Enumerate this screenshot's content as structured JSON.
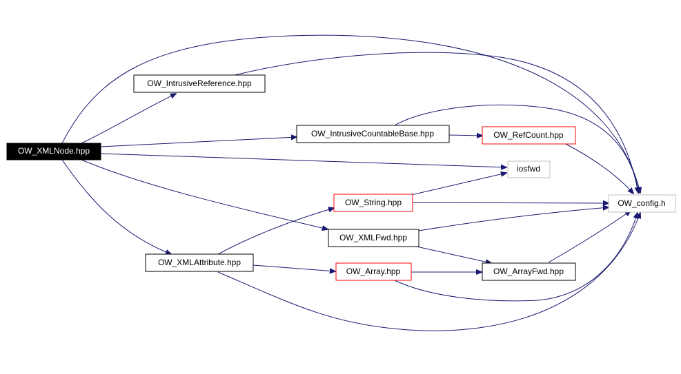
{
  "colors": {
    "edge": "#191970",
    "root_fill": "#000000",
    "root_text": "#ffffff",
    "default_border": "#000000",
    "truncated_border": "#ff0000",
    "system_border": "#bfbfbf"
  },
  "nodes": {
    "xmlnode": {
      "label": "OW_XMLNode.hpp",
      "kind": "root"
    },
    "intrusive_reference": {
      "label": "OW_IntrusiveReference.hpp",
      "kind": "default"
    },
    "intrusive_countable_base": {
      "label": "OW_IntrusiveCountableBase.hpp",
      "kind": "default"
    },
    "refcount": {
      "label": "OW_RefCount.hpp",
      "kind": "truncated"
    },
    "iosfwd": {
      "label": "iosfwd",
      "kind": "system"
    },
    "config": {
      "label": "OW_config.h",
      "kind": "system"
    },
    "string": {
      "label": "OW_String.hpp",
      "kind": "truncated"
    },
    "xmlfwd": {
      "label": "OW_XMLFwd.hpp",
      "kind": "default"
    },
    "xmlattribute": {
      "label": "OW_XMLAttribute.hpp",
      "kind": "default"
    },
    "array": {
      "label": "OW_Array.hpp",
      "kind": "truncated"
    },
    "arrayfwd": {
      "label": "OW_ArrayFwd.hpp",
      "kind": "default"
    }
  },
  "edges": [
    {
      "from": "xmlnode",
      "to": "intrusive_reference"
    },
    {
      "from": "xmlnode",
      "to": "config"
    },
    {
      "from": "xmlnode",
      "to": "intrusive_countable_base"
    },
    {
      "from": "xmlnode",
      "to": "iosfwd"
    },
    {
      "from": "xmlnode",
      "to": "xmlfwd"
    },
    {
      "from": "xmlnode",
      "to": "xmlattribute"
    },
    {
      "from": "intrusive_reference",
      "to": "config"
    },
    {
      "from": "intrusive_countable_base",
      "to": "refcount"
    },
    {
      "from": "intrusive_countable_base",
      "to": "config"
    },
    {
      "from": "refcount",
      "to": "config"
    },
    {
      "from": "string",
      "to": "iosfwd"
    },
    {
      "from": "string",
      "to": "config"
    },
    {
      "from": "xmlfwd",
      "to": "config"
    },
    {
      "from": "xmlfwd",
      "to": "arrayfwd"
    },
    {
      "from": "xmlattribute",
      "to": "string"
    },
    {
      "from": "xmlattribute",
      "to": "array"
    },
    {
      "from": "xmlattribute",
      "to": "config"
    },
    {
      "from": "array",
      "to": "arrayfwd"
    },
    {
      "from": "array",
      "to": "config"
    },
    {
      "from": "arrayfwd",
      "to": "config"
    }
  ]
}
